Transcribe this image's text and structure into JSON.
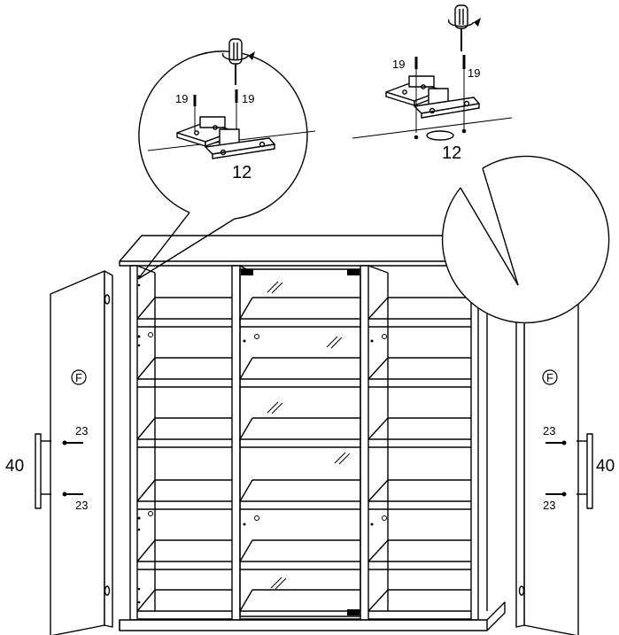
{
  "callouts": {
    "left": {
      "part": "12",
      "screw_a": "19",
      "screw_b": "19"
    },
    "right": {
      "part": "12",
      "screw_a": "19",
      "screw_b": "19"
    }
  },
  "doors": {
    "left": {
      "mark": "F",
      "screw_top": "23",
      "screw_bottom": "23",
      "handle": "40"
    },
    "right": {
      "mark": "F",
      "screw_top": "23",
      "screw_bottom": "23",
      "handle": "40"
    }
  },
  "colors": {
    "line": "#000000",
    "background": "#ffffff",
    "fill_light": "#ffffff"
  }
}
